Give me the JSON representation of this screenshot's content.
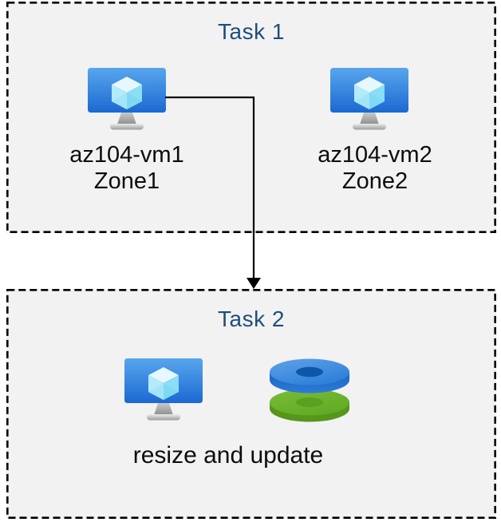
{
  "task1": {
    "title": "Task 1",
    "vms": [
      {
        "name": "az104-vm1",
        "zone": "Zone1"
      },
      {
        "name": "az104-vm2",
        "zone": "Zone2"
      }
    ]
  },
  "task2": {
    "title": "Task 2",
    "caption": "resize and update"
  },
  "connector": {
    "type": "arrow-down",
    "from": "az104-vm1",
    "to": "Task 2"
  },
  "icons": {
    "vm": "virtual-machine-icon",
    "disks": "managed-disks-icon",
    "arrow": "arrow-down-icon"
  },
  "colors": {
    "title_text": "#1f4e79",
    "body_text": "#0d0d0d",
    "box_background": "#f2f2f2",
    "border": "#000000",
    "vm_screen_top": "#58a6ed",
    "vm_screen_bottom": "#1b69d2",
    "disk_blue_top": "#3e8ede",
    "disk_blue_side": "#1e6ccd",
    "disk_green_top": "#6db32d",
    "disk_green_side": "#55961b"
  }
}
